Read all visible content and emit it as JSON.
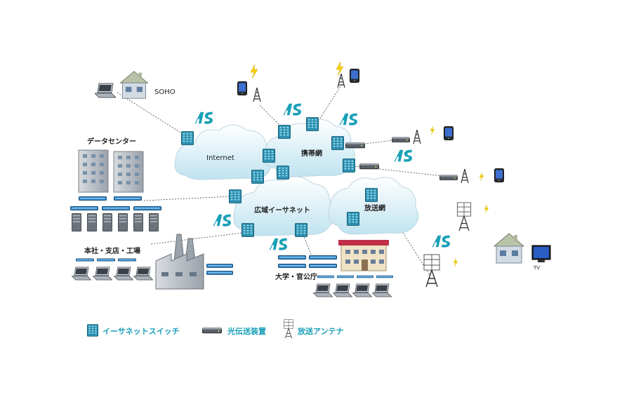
{
  "colors": {
    "accent": "#1aa0b8",
    "switch": "#2c8fb0",
    "cloud_top": "#ffffff",
    "cloud_bottom": "#bfe3f0",
    "legend_text": "#1aa0b8"
  },
  "labels": {
    "soho": "SOHO",
    "datacenter": "データセンター",
    "hq": "本社・支店・工場",
    "university": "大学・官公庁",
    "tv": "TV"
  },
  "clouds": {
    "internet": "Internet",
    "mobile": "携帯網",
    "wide_area": "広域イーサネット",
    "broadcast": "放送網"
  },
  "logo": {
    "text": "AS"
  },
  "icons": {
    "switch": "ethernet-switch-icon",
    "transmission": "optical-transmission-icon",
    "antenna": "broadcast-antenna-icon"
  },
  "legend": {
    "switch": "イーサネットスイッチ",
    "transmission": "光伝送装置",
    "antenna": "放送アンテナ"
  }
}
